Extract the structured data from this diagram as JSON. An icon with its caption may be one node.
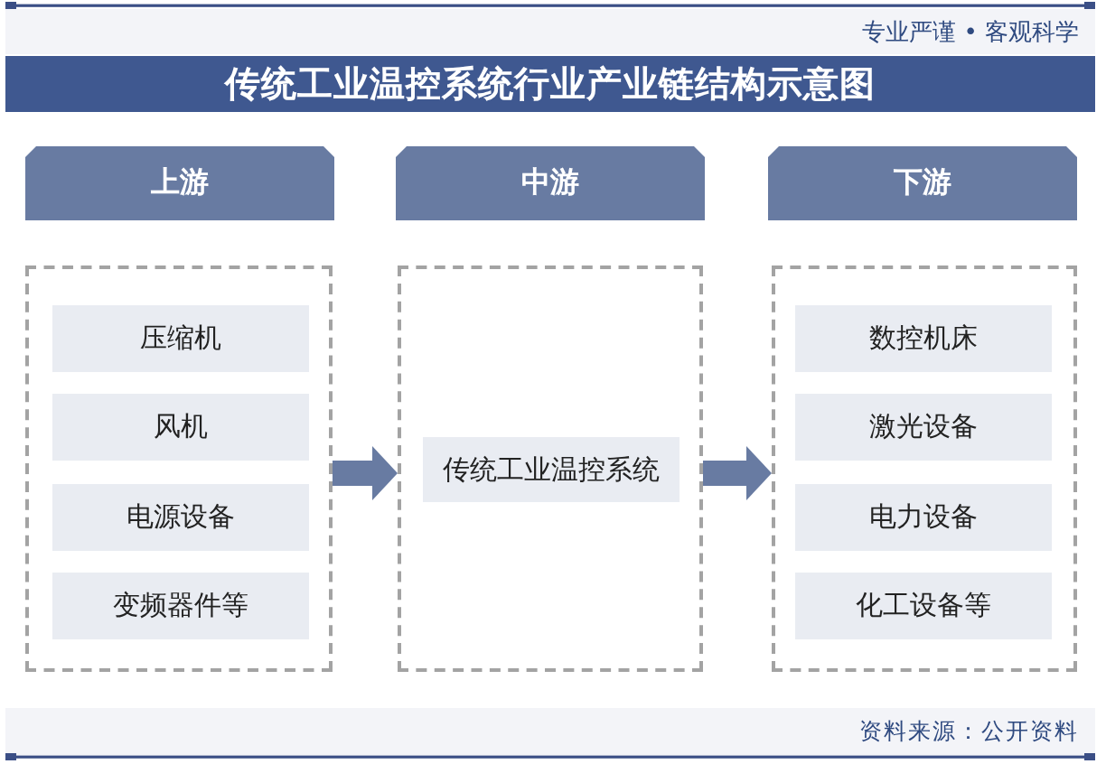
{
  "diagram": {
    "title": "传统工业温控系统行业产业链结构示意图",
    "nodes": [
      {
        "text": [
          "上游"
        ]
      },
      {
        "text": [
          "中游"
        ]
      },
      {
        "text": [
          "下游"
        ]
      },
      {
        "text": [],
        "shape": "box"
      },
      {
        "text": [
          "压缩机"
        ],
        "in": 3
      },
      {
        "text": [
          "风机"
        ],
        "in": 3
      },
      {
        "text": [
          "电源设备"
        ],
        "in": 3
      },
      {
        "text": [
          "变频器件等"
        ],
        "in": 3
      },
      {
        "text": [],
        "shape": "box"
      },
      {
        "text": [
          "传统工业温控系统"
        ],
        "in": 8
      },
      {
        "text": [],
        "shape": "box"
      },
      {
        "text": [
          "数控机床"
        ],
        "in": 10
      },
      {
        "text": [
          "激光设备"
        ],
        "in": 10
      },
      {
        "text": [
          "电力设备"
        ],
        "in": 10
      },
      {
        "text": [
          "化工设备等"
        ],
        "in": 10
      }
    ],
    "edges": [
      {
        "from": 3,
        "to": 8,
        "arrow": "to"
      },
      {
        "from": 8,
        "to": 10,
        "arrow": "to"
      }
    ],
    "labels": [
      "专业严谨 • 客观科学",
      "资料来源：公开资料"
    ]
  }
}
